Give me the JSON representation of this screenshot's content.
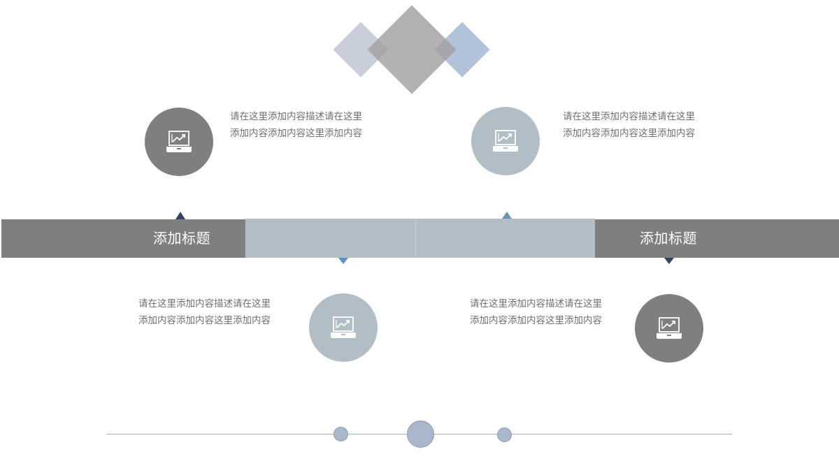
{
  "band": {
    "left_title": "添加标题",
    "right_title": "添加标题"
  },
  "items": [
    {
      "position": "top-left",
      "icon": "laptop-chart-icon",
      "circle_color": "#7f7f7f",
      "line1": "请在这里添加内容描述请在这里",
      "line2": "添加内容添加内容这里添加内容"
    },
    {
      "position": "top-right",
      "icon": "laptop-chart-icon",
      "circle_color": "#b1bec5",
      "line1": "请在这里添加内容描述请在这里",
      "line2": "添加内容添加内容这里添加内容"
    },
    {
      "position": "bottom-left",
      "icon": "laptop-chart-icon",
      "circle_color": "#b1bec5",
      "line1": "请在这里添加内容描述请在这里",
      "line2": "添加内容添加内容这里添加内容"
    },
    {
      "position": "bottom-right",
      "icon": "laptop-chart-icon",
      "circle_color": "#7f7f7f",
      "line1": "请在这里添加内容描述请在这里",
      "line2": "添加内容添加内容这里添加内容"
    }
  ],
  "colors": {
    "dark_gray": "#7f7f7f",
    "light_blue_gray": "#b1bec5",
    "accent_navy": "#36435f",
    "accent_blue": "#5b8fc7",
    "line_blue": "#9fb0c6"
  }
}
